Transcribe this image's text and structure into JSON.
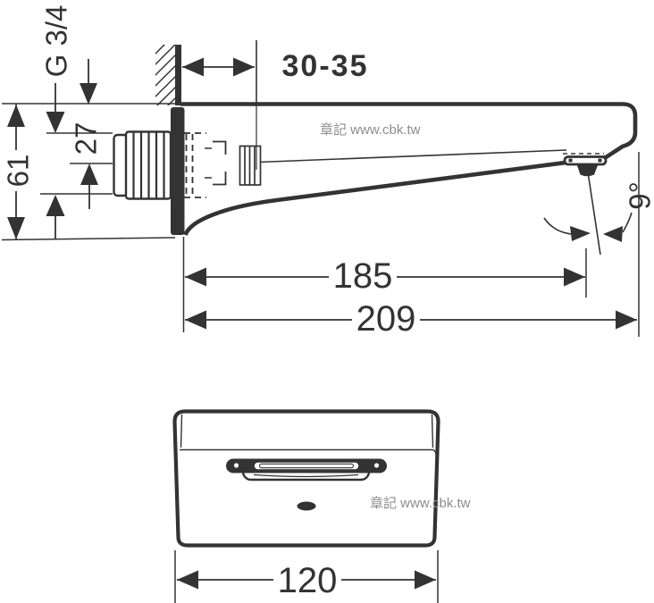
{
  "drawing": {
    "watermark": "章記 www.cbk.tw",
    "colors": {
      "ink": "#333333",
      "watermark": "#8d8d8d"
    },
    "side_view": {
      "thread_size": "G 3/4",
      "wall_depth_range": "30-35",
      "top_to_pipe_center": "27",
      "inlet_height": "61",
      "reach_to_spray": "185",
      "total_reach": "209",
      "spray_angle": "9°"
    },
    "bottom_view": {
      "width": "120"
    }
  }
}
